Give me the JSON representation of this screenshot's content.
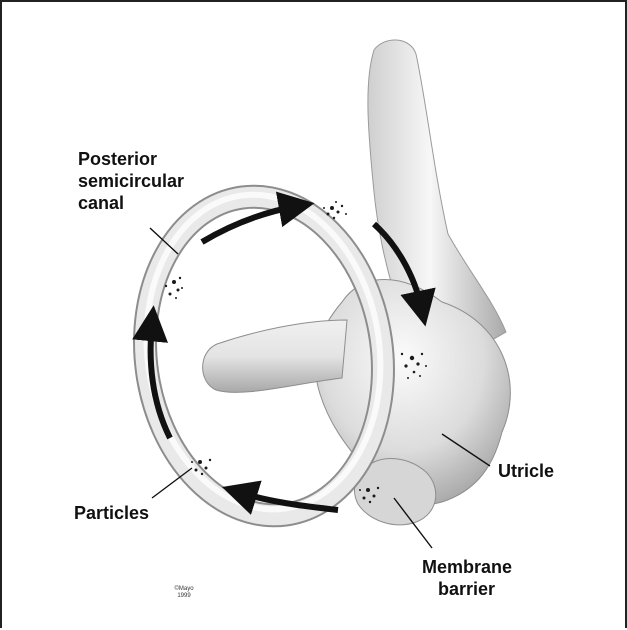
{
  "labels": {
    "posterior": [
      "Posterior",
      "semicircular",
      "canal"
    ],
    "utricle": "Utricle",
    "particles": "Particles",
    "membrane": [
      "Membrane",
      "barrier"
    ]
  },
  "credit": [
    "©Mayo",
    "1999"
  ],
  "colors": {
    "tissue_light": "#f2f2f2",
    "tissue_mid": "#c9c9c9",
    "tissue_dark": "#8f8f8f",
    "arrow": "#111111",
    "particle": "#1a1a1a"
  }
}
